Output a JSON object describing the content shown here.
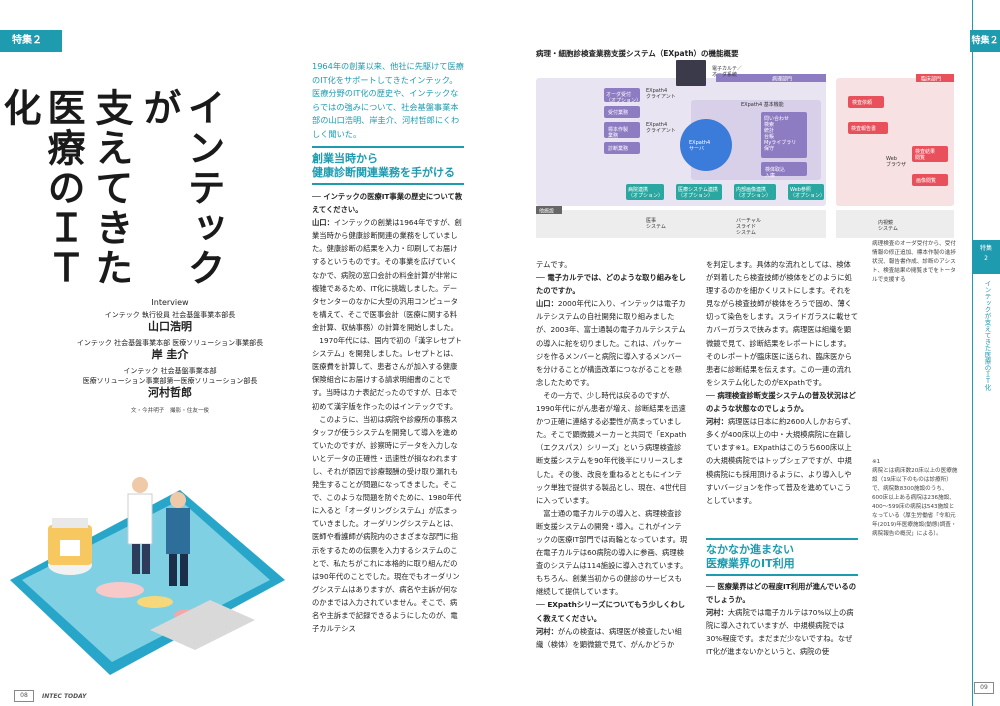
{
  "feature_tag": "特集２",
  "title_lines": [
    "インテックが",
    "支えてきた",
    "医療のＩＴ化"
  ],
  "intro": "1964年の創業以来、他社に先駆けて医療のIT化をサポートしてきたインテック。医療分野のIT化の歴史や、インテックならではの強みについて、社会基盤事業本部の山口浩明、岸圭介、河村哲郎にくわしく聞いた。",
  "section1_heading": "創業当時から\n健康診断関連業務を手がける",
  "interview": {
    "label": "Interview",
    "p1_role": "インテック 執行役員 社会基盤事業本部長",
    "p1_name": "山口浩明",
    "p2_role": "インテック 社会基盤事業本部 医療ソリューション事業部長",
    "p2_name": "岸 圭介",
    "p3_role1": "インテック 社会基盤事業本部",
    "p3_role2": "医療ソリューション事業部第一医療ソリューション部長",
    "p3_name": "河村哲郎",
    "credits": "文・今井明子　撮影・住友一俊"
  },
  "col1": {
    "q1": "── インテックの医療IT事業の歴史について教えてください。",
    "a1_name": "山口：",
    "a1": "インテックの創業は1964年ですが、創業当時から健康診断関連の業務をしていました。健康診断の結果を入力・印刷してお届けするというものです。その事業を広げていくなかで、病院の窓口会計の料金計算が非常に複雑であるため、IT化に挑戦しました。データセンターのなかに大型の汎用コンピュータを構えて、そこで医事会計（医療に関する料金計算、収納事務）の計算を開始しました。",
    "p2": "1970年代には、国内で初の「漢字レセプトシステム」を開発しました。レセプトとは、医療費を計算して、患者さんが加入する健康保険組合にお届けする請求明細書のことです。当時はカナ表記だったのですが、日本で初めて漢字版を作ったのはインテックです。",
    "p3": "このように、当初は病院や診療所の事務スタッフが使うシステムを開発して導入を進めていたのですが、診察時にデータを入力しないとデータの正確性・迅速性が損なわれますし、それが原因で診療報酬の受け取り漏れも発生することが問題になってきました。そこで、このような問題を防ぐために、1980年代に入ると「オーダリングシステム」が広まっていきました。オーダリングシステムとは、医師や看護師が病院内のさまざまな部門に指示をするための伝票を入力するシステムのことで、私たちがこれに本格的に取り組んだのは90年代のことでした。現在でもオーダリングシステムはありますが、病名や主訴が何なのかまでは入力されていません。そこで、病名や主訴まで記録できるようにしたのが、電子カルテシス"
  },
  "col2": {
    "lead": "テムです。",
    "q1": "── 電子カルテでは、どのような取り組みをしたのですか。",
    "a1_name": "山口：",
    "a1": "2000年代に入り、インテックは電子カルテシステムの自社開発に取り組みましたが、2003年、富士通製の電子カルテシステムの導入に舵を切りました。これは、パッケージを作るメンバーと病院に導入するメンバーを分けることが構造改革につながることを懸念したためです。",
    "p2": "その一方で、少し時代は戻るのですが、1990年代にがん患者が増え、診断結果を迅速かつ正確に連絡する必要性が高まっていました。そこで顕微鏡メーカーと共同で「EXpath（エクスパス）シリーズ」という病理検査診断支援システムを90年代後半にリリースしました。その後、改良を重ねるとともにインテック単独で提供する製品とし、現在、4世代目に入っています。",
    "p3": "富士通の電子カルテの導入と、病理検査診断支援システムの開発・導入。これがインテックの医療IT部門では両輪となっています。現在電子カルテは60病院の導入に参画、病理検査のシステムは114施設に導入されています。もちろん、創業当初からの健診のサービスも継続して提供しています。",
    "q2": "── EXpathシリーズについてもう少しくわしく教えてください。",
    "a2_name": "河村：",
    "a2": "がんの検査は、病理医が検査したい組織（検体）を顕微鏡で見て、がんかどうか"
  },
  "col3": {
    "a0": "を判定します。具体的な流れとしては、検体が到着したら検査技師が検体をどのように処理するのかを細かくリストにします。それを見ながら検査技師が検体をろうで固め、薄く切って染色をします。スライドガラスに載せてカバーガラスで挟みます。病理医は組織を顕微鏡で見て、診断結果をレポートにします。そのレポートが臨床医に送られ、臨床医から患者に診断結果を伝えます。この一連の流れをシステム化したのがEXpathです。",
    "q1": "── 病理検査診断支援システムの普及状況はどのような状態なのでしょうか。",
    "a1_name": "河村：",
    "a1": "病理医は日本に約2600人しかおらず、多くが400床以上の中・大規模病院に在籍しています※1。EXpathはこのうち600床以上の大規模病院ではトップシェアですが、中規模病院にも採用頂けるように、より導入しやすいバージョンを作って普及を進めていこうとしています。"
  },
  "section2_heading": "なかなか進まない\n医療業界のIT利用",
  "col3b": {
    "q1": "── 医療業界はどの程度IT利用が進んでいるのでしょうか。",
    "a1_name": "河村：",
    "a1": "大病院では電子カルテは70%以上の病院に導入されていますが、中規模病院では30%程度です。まだまだ少ないですね。なぜIT化が進まないかというと、病院の使"
  },
  "diagram": {
    "title": "病理・細胞診検査業務支援システム（EXpath）の機能概要",
    "dept_pathology": "病理部門",
    "dept_clinical": "臨床部門",
    "other_facility": "他施設",
    "server": "EXpath4\nサーバ",
    "basic": "EXpath4 基本機能",
    "client": "EXpath4\nクライアント",
    "order": "オーダ受付\n（オプション）",
    "receive": "受付業務",
    "specimen": "標本作製\n業務",
    "diagnosis": "診断業務",
    "inquiry": "問い合わせ\n検索\n統計\n台帳\nMyライブラリ\n保守",
    "stock": "検体取込\n入庫",
    "order_sys": "電子カルテ／\nオーダ系統",
    "opt1": "病院連携\n（オプション）",
    "opt2": "医療システム連携\n（オプション）",
    "opt3": "内部画像連携\n（オプション）",
    "opt4": "Web参照\n（オプション）",
    "clin1": "検査依頼",
    "clin2": "検査報告書",
    "clin3": "検査結果\n閲覧",
    "clin4": "画像閲覧",
    "web": "Web\nブラウザ",
    "ext1": "医事\nシステム",
    "ext2": "バーチャル\nスライド\nシステム",
    "ext3": "内視鏡\nシステム",
    "caption": "病理検査のオーダ受付から、受付情報の修正追加、標本作製の進捗状況、報告書作成、診断のアシスト、検査結果の閲覧までをトータルで支援する"
  },
  "note": "※1\n病院とは病床数20床以上の医療施設（19床以下のものは診療所）で、病院数8300施設のうち、600床以上ある病院は236施設、400～599床の病院は543施設となっている（厚生労働省「令和元年(2019)年医療施設(動態)調査・病院報告の概況」による）。",
  "right_tab": "特集２",
  "right_tab2": "特集\n2",
  "right_run": "インテックが支えてきた医療のＩＴ化",
  "footer": {
    "page_left": "08",
    "mag": "INTEC TODAY",
    "page_right": "09"
  },
  "colors": {
    "accent": "#1f9bb0",
    "pathology": "#8e7cc3",
    "clinical": "#f3a5ab",
    "clinical_box": "#e8505b",
    "diagram_bg": "#e9e4f2"
  }
}
